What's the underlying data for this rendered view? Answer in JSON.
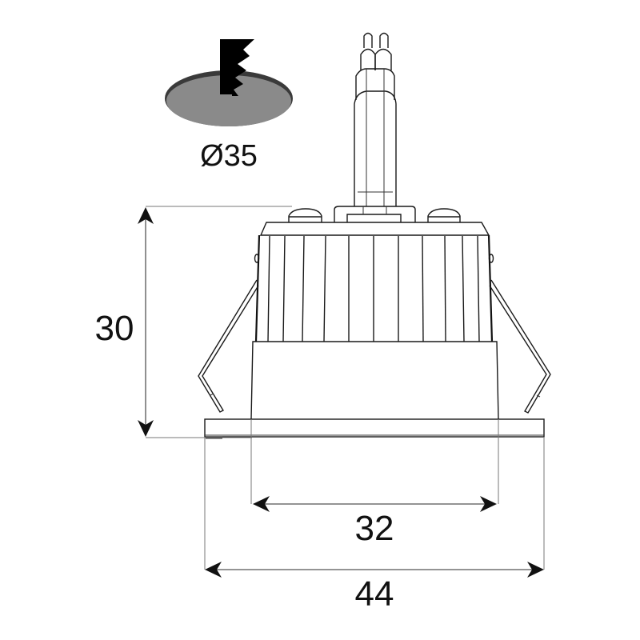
{
  "cutout": {
    "label": "Ø35",
    "disc_color": "#8a8a8a",
    "disc_edge_color": "#3a3a3a",
    "saw_icon": "jigsaw-blade-icon"
  },
  "dimensions": {
    "height": {
      "value": "30",
      "unit": "mm"
    },
    "body_width": {
      "value": "32",
      "unit": "mm"
    },
    "trim_width": {
      "value": "44",
      "unit": "mm"
    }
  },
  "product": {
    "view": "side-elevation",
    "parts": [
      "cable-pair",
      "terminal-block",
      "screw-left",
      "screw-right",
      "heatsink-fins",
      "spring-clip-left",
      "spring-clip-right",
      "lens-housing",
      "trim-flange"
    ]
  },
  "colors": {
    "line": "#1a1a1a",
    "dimension_line": "#555555",
    "background": "#ffffff"
  }
}
